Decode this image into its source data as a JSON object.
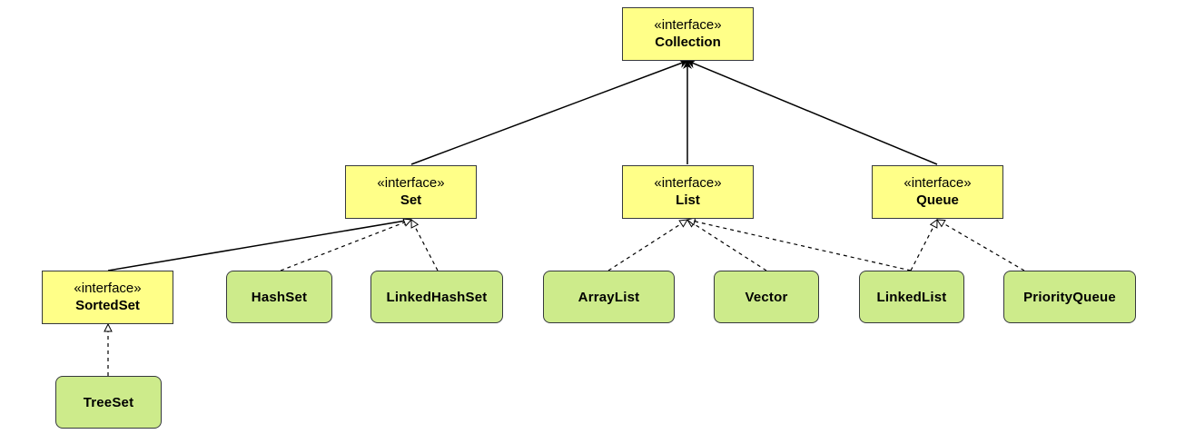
{
  "diagram": {
    "stereotype": "«interface»",
    "interfaces": {
      "collection": "Collection",
      "set": "Set",
      "list": "List",
      "queue": "Queue",
      "sortedset": "SortedSet"
    },
    "classes": {
      "hashset": "HashSet",
      "linkedhashset": "LinkedHashSet",
      "arraylist": "ArrayList",
      "vector": "Vector",
      "linkedlist": "LinkedList",
      "priorityqueue": "PriorityQueue",
      "treeset": "TreeSet"
    },
    "relations": [
      {
        "from": "Set",
        "to": "Collection",
        "kind": "extends"
      },
      {
        "from": "List",
        "to": "Collection",
        "kind": "extends"
      },
      {
        "from": "Queue",
        "to": "Collection",
        "kind": "extends"
      },
      {
        "from": "SortedSet",
        "to": "Set",
        "kind": "extends"
      },
      {
        "from": "HashSet",
        "to": "Set",
        "kind": "implements"
      },
      {
        "from": "LinkedHashSet",
        "to": "Set",
        "kind": "implements"
      },
      {
        "from": "ArrayList",
        "to": "List",
        "kind": "implements"
      },
      {
        "from": "Vector",
        "to": "List",
        "kind": "implements"
      },
      {
        "from": "LinkedList",
        "to": "List",
        "kind": "implements"
      },
      {
        "from": "LinkedList",
        "to": "Queue",
        "kind": "implements"
      },
      {
        "from": "PriorityQueue",
        "to": "Queue",
        "kind": "implements"
      },
      {
        "from": "TreeSet",
        "to": "SortedSet",
        "kind": "implements"
      }
    ],
    "colors": {
      "interface_fill": "#ffff88",
      "class_fill": "#cdeb8b",
      "border": "#36393d",
      "edge": "#000000"
    }
  }
}
